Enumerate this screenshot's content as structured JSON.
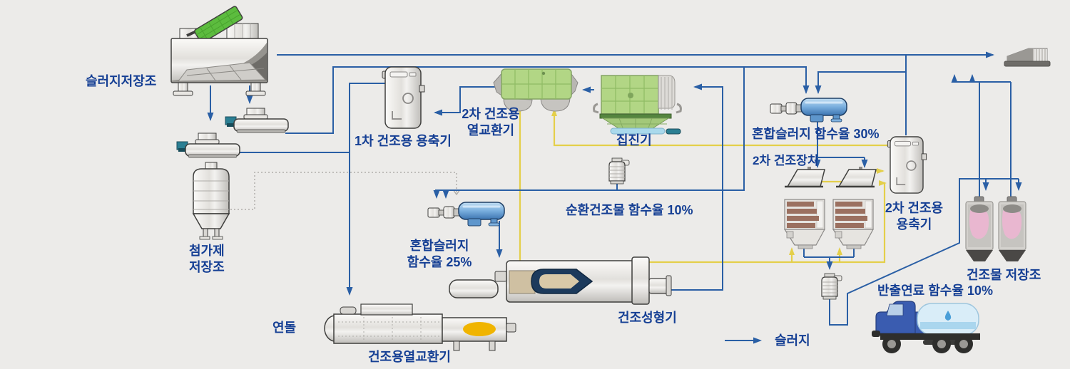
{
  "diagram": {
    "labels": {
      "sludge_storage": "슬러지저장조",
      "additive_storage_line1": "첨가제",
      "additive_storage_line2": "저장조",
      "condenser1": "1차 건조용 용축기",
      "hx2_line1": "2차 건조용",
      "hx2_line2": "열교환기",
      "dust_collector": "집진기",
      "mixed_sludge_30": "혼합슬러지 함수율 30%",
      "dryer2": "2차 건조장치",
      "condenser2_line1": "2차 건조용",
      "condenser2_line2": "용축기",
      "recycled_dry_material": "순환건조물 함수율 10%",
      "mixed_sludge_25_line1": "혼합슬러지",
      "mixed_sludge_25_line2": "함수율 25%",
      "dry_former": "건조성형기",
      "stack": "연돌",
      "drying_hx": "건조용열교환기",
      "dry_product_storage": "건조물 저장조",
      "discharge_fuel": "반출연료 함수율 10%",
      "legend_sludge": "슬러지"
    },
    "colors": {
      "background": "#ecebe9",
      "sludge_line_blue": "#2a5fa5",
      "hot_air_line_yellow": "#e4cf4a",
      "label_blue": "#153f94",
      "equipment_green": "#b2d685",
      "mixer_blue": "#79aede",
      "product_pink": "#e9b7d0",
      "burner_yellow": "#f0b400"
    }
  }
}
